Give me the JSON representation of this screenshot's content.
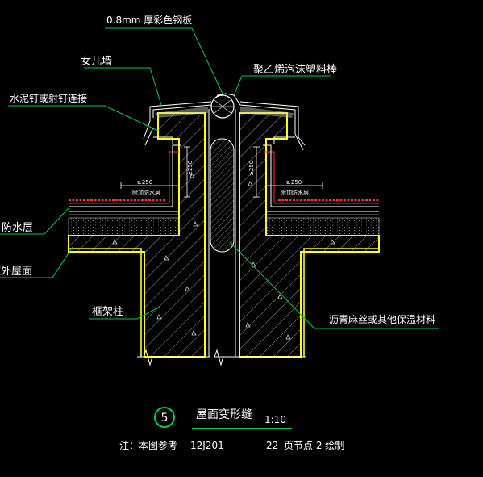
{
  "labels": {
    "steel_plate": "0.8mm 厚彩色钢板",
    "parapet": "女儿墙",
    "pe_foam_rod": "聚乙烯泡沫塑料棒",
    "nail": "水泥钉或射钉连接",
    "waterproof_layer": "防水层",
    "roof_outside": "室外屋面",
    "frame_column": "框架柱",
    "filler": "沥青麻丝或其他保温材料"
  },
  "dimensions": {
    "up_left": "≥250",
    "up_right": "≥250",
    "ext_left": "≥250",
    "ext_right": "≥250",
    "extra_left": "附加防水层",
    "extra_right": "附加防水层"
  },
  "title": {
    "number": "5",
    "text": "屋面变形缝",
    "scale": "1:10"
  },
  "note": {
    "prefix": "注：本图参考",
    "ref": "12J201",
    "page": "22",
    "suffix": "页节点 2 绘制"
  },
  "colors": {
    "background": "#000000",
    "structure": "#ffff00",
    "waterproof": "#ff2a2a",
    "leader": "#00cc44",
    "sheet": "#ffffff"
  }
}
